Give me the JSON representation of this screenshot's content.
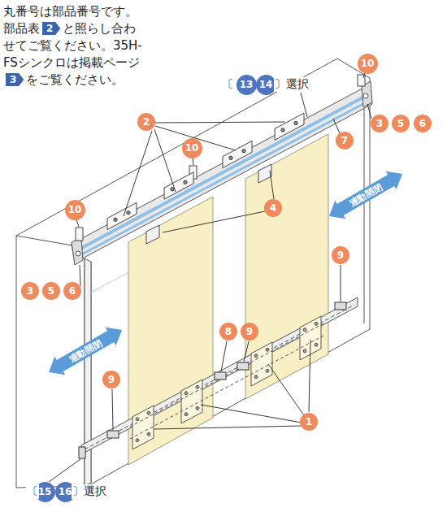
{
  "diagram": {
    "nodes": [
      {
        "text": [
          "2"
        ]
      },
      {
        "text": [
          "3"
        ]
      },
      {
        "text": [
          "10"
        ]
      },
      {
        "text": [
          "13"
        ]
      },
      {
        "text": [
          "14"
        ]
      },
      {
        "text": [
          "3"
        ]
      },
      {
        "text": [
          "5"
        ]
      },
      {
        "text": [
          "6"
        ]
      },
      {
        "text": [
          "2"
        ]
      },
      {
        "text": [
          "7"
        ]
      },
      {
        "text": [
          "10"
        ]
      },
      {
        "text": [
          "連動開閉"
        ]
      },
      {
        "text": [
          "4"
        ]
      },
      {
        "text": [
          "10"
        ]
      },
      {
        "text": [
          "9"
        ]
      },
      {
        "text": [
          "3"
        ]
      },
      {
        "text": [
          "5"
        ]
      },
      {
        "text": [
          "6"
        ]
      },
      {
        "text": [
          "8"
        ]
      },
      {
        "text": [
          "9"
        ]
      },
      {
        "text": [
          "連動開閉"
        ]
      },
      {
        "text": [
          "9"
        ]
      },
      {
        "text": [
          "1"
        ]
      },
      {
        "text": [
          "15"
        ]
      },
      {
        "text": [
          "16"
        ]
      }
    ],
    "labels": [
      "丸番号は部品番号です。部品表",
      "と照らし合わせてご覧ください。",
      "35H-FSシンクロは掲載ページ",
      "をご覧ください。",
      "〔",
      "〕選択",
      "〔",
      "〕選択"
    ]
  }
}
